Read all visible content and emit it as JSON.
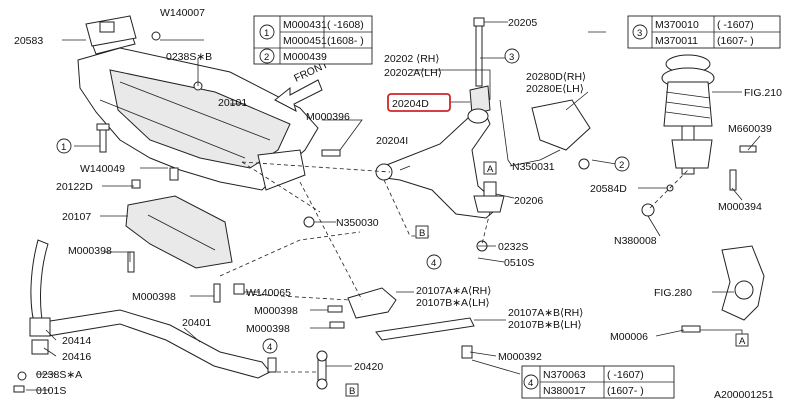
{
  "colors": {
    "highlight": "#d0262b",
    "line": "#222222"
  },
  "callouts": {
    "c1": "1",
    "c2": "2",
    "c3": "3",
    "c4": "4",
    "bA": "A",
    "bB": "B"
  },
  "parts": {
    "p20583": "20583",
    "w140007": "W140007",
    "s0238b": "0238S∗B",
    "p20101": "20101",
    "front": "FRONT",
    "m000396": "M000396",
    "w140049": "W140049",
    "p20122d": "20122D",
    "p20107": "20107",
    "m000398_a": "M000398",
    "m000398_b": "M000398",
    "w140065": "W140065",
    "m000398_c": "M000398",
    "m000398_d": "M000398",
    "p20401": "20401",
    "p20414": "20414",
    "p20416": "20416",
    "s0238a": "0238S∗A",
    "p0101s": "0101S",
    "p20420": "20420",
    "n350030": "N350030",
    "p20205": "20205",
    "p20202": "20202 ⟨RH⟩",
    "p20202a": "20202A⟨LH⟩",
    "p20204d": "20204D",
    "p20204i": "20204I",
    "n350031": "N350031",
    "p20206": "20206",
    "p0232s": "0232S",
    "p0510s": "0510S",
    "p20280d": "20280D⟨RH⟩",
    "p20280e": "20280E⟨LH⟩",
    "p20107a_a": "20107A∗A⟨RH⟩",
    "p20107b_a": "20107B∗A⟨LH⟩",
    "p20107a_b": "20107A∗B⟨RH⟩",
    "p20107b_b": "20107B∗B⟨LH⟩",
    "m000392": "M000392",
    "fig210": "FIG.210",
    "m660039": "M660039",
    "p20584d": "20584D",
    "m000394": "M000394",
    "n380008": "N380008",
    "fig280": "FIG.280",
    "m00006": "M00006",
    "ref": "A200001251"
  },
  "tables": {
    "t1": {
      "rows": [
        {
          "code": "M000431",
          "range": "( -1608)"
        },
        {
          "code": "M000451",
          "range": "(1608- )"
        },
        {
          "code": "M000439",
          "range": ""
        }
      ]
    },
    "t3": {
      "rows": [
        {
          "code": "M370010",
          "range": "( -1607)"
        },
        {
          "code": "M370011",
          "range": "(1607- )"
        }
      ]
    },
    "t4": {
      "rows": [
        {
          "code": "N370063",
          "range": "( -1607)"
        },
        {
          "code": "N380017",
          "range": "(1607- )"
        }
      ]
    }
  }
}
